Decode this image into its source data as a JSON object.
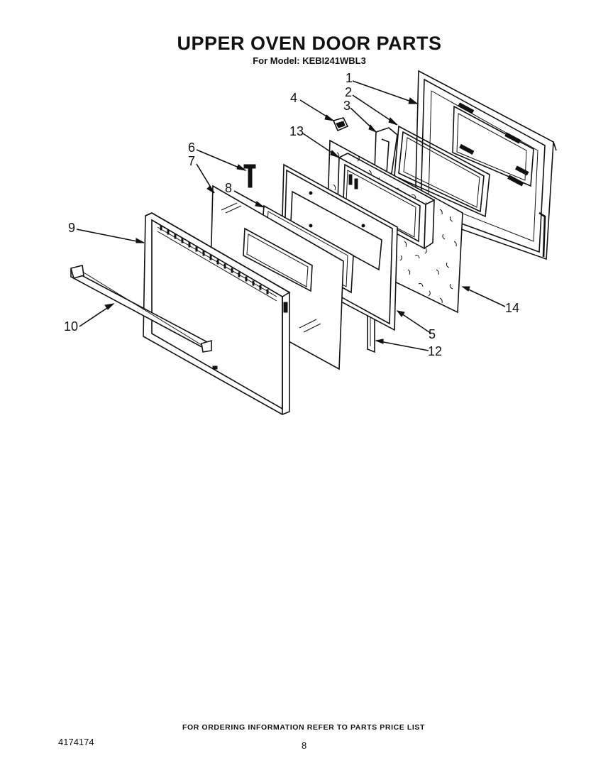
{
  "header": {
    "title": "UPPER OVEN DOOR PARTS",
    "subtitle": "For Model: KEBI241WBL3"
  },
  "diagram": {
    "callouts": [
      "1",
      "2",
      "3",
      "4",
      "5",
      "6",
      "7",
      "8",
      "9",
      "10",
      "12",
      "13",
      "14"
    ]
  },
  "footer": {
    "ordering_note": "FOR ORDERING INFORMATION REFER TO PARTS PRICE LIST",
    "doc_number": "4174174",
    "page_number": "8"
  }
}
